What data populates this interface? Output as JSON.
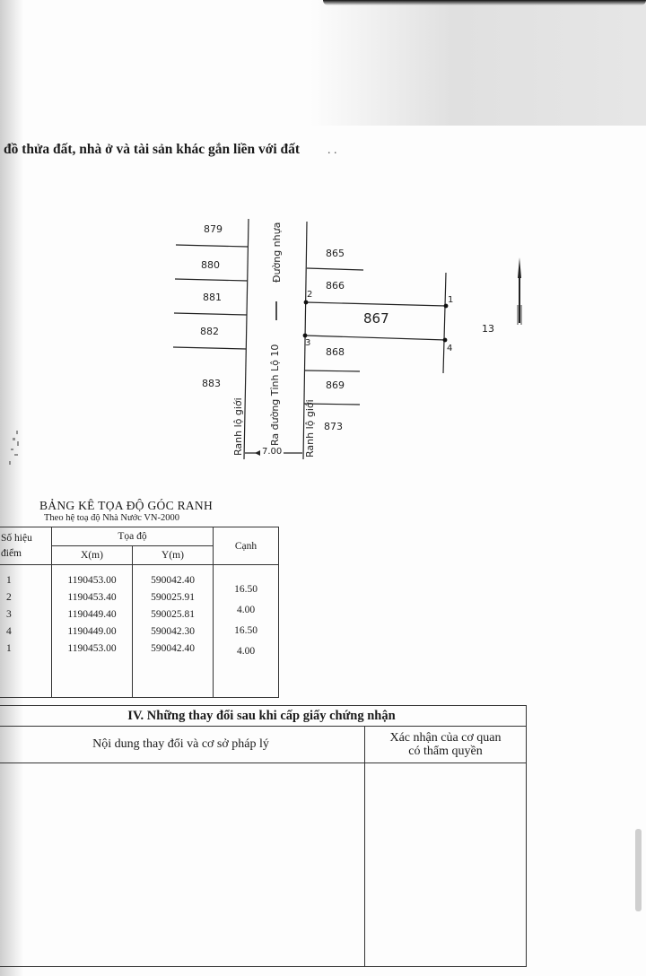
{
  "page": {
    "heading": "đồ thửa đất, nhà ở và tài sản khác gắn liền với đất",
    "heading_trailing": ". ."
  },
  "map": {
    "left_parcels": [
      "879",
      "880",
      "881",
      "882",
      "883"
    ],
    "right_parcels": [
      "865",
      "866",
      "867",
      "868",
      "869",
      "873"
    ],
    "subject_parcel": "867",
    "far_right_label": "13",
    "points": [
      "1",
      "2",
      "3",
      "4"
    ],
    "road_label_top": "Đường nhựa",
    "road_label_bottom": "Ra đường Tỉnh Lộ 10",
    "boundary_left": "Ranh lộ giới",
    "boundary_right": "Ranh lộ giới",
    "road_width": "7.00",
    "north_arrow": "north-arrow-icon"
  },
  "coord_table": {
    "title": "BẢNG KÊ TỌA ĐỘ GÓC RANH",
    "subtitle": "Theo hệ toạ độ Nhà Nước VN-2000",
    "headers": {
      "point_id_line1": "Số hiệu",
      "point_id_line2": "điểm",
      "coords": "Tọa độ",
      "x": "X(m)",
      "y": "Y(m)",
      "edge": "Cạnh"
    },
    "rows": [
      {
        "id": "1",
        "x": "1190453.00",
        "y": "590042.40"
      },
      {
        "id": "2",
        "x": "1190453.40",
        "y": "590025.91"
      },
      {
        "id": "3",
        "x": "1190449.40",
        "y": "590025.81"
      },
      {
        "id": "4",
        "x": "1190449.00",
        "y": "590042.30"
      },
      {
        "id": "1",
        "x": "1190453.00",
        "y": "590042.40"
      }
    ],
    "edges": [
      "16.50",
      "4.00",
      "16.50",
      "4.00"
    ]
  },
  "changes_section": {
    "title": "IV. Những thay đổi sau khi cấp giấy chứng nhận",
    "col1": "Nội dung thay đổi và cơ sở pháp lý",
    "col2_line1": "Xác nhận của cơ quan",
    "col2_line2": "có thẩm quyền",
    "content": "",
    "confirmation": ""
  }
}
